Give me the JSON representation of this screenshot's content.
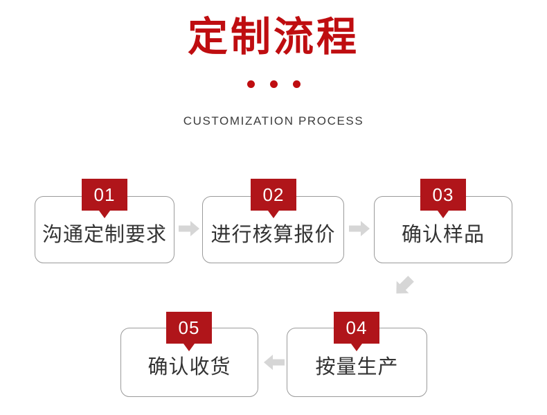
{
  "header": {
    "title": "定制流程",
    "subtitle": "CUSTOMIZATION PROCESS",
    "dots_count": 3,
    "title_color": "#bf0d10",
    "subtitle_color": "#3c3c3c"
  },
  "theme": {
    "badge_red": "#b0151a",
    "box_border": "#9a9a9a",
    "box_text": "#333333",
    "arrow_gray": "#d6d6d6",
    "background": "#ffffff"
  },
  "flow": {
    "steps": [
      {
        "number": "01",
        "label": "沟通定制要求"
      },
      {
        "number": "02",
        "label": "进行核算报价"
      },
      {
        "number": "03",
        "label": "确认样品"
      },
      {
        "number": "04",
        "label": "按量生产"
      },
      {
        "number": "05",
        "label": "确认收货"
      }
    ],
    "connectors": [
      {
        "name": "arrow-step1-to-step2",
        "direction": "right"
      },
      {
        "name": "arrow-step2-to-step3",
        "direction": "right"
      },
      {
        "name": "arrow-step3-to-step4",
        "direction": "down-left"
      },
      {
        "name": "arrow-step4-to-step5",
        "direction": "left"
      }
    ]
  }
}
